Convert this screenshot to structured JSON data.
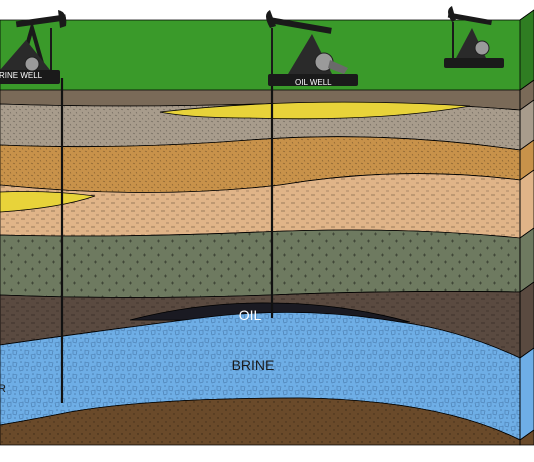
{
  "labels": {
    "brine_well": "RINE WELL",
    "oil_well": "OIL WELL",
    "oil": "OIL",
    "brine": "BRINE",
    "cut_left": "R"
  },
  "colors": {
    "grass": "#3a9a2a",
    "grass_side": "#2f7d22",
    "top_soil": "#7a6a58",
    "gray_layer": "#a89c8c",
    "yellow_sand": "#e8d33a",
    "orange_layer": "#c8924a",
    "tan_layer": "#e0b488",
    "green_gray": "#6e7a60",
    "dark_brown": "#5a4a40",
    "oil_black": "#1a1a22",
    "brine_blue": "#6eaee6",
    "bottom_brown": "#6a4a2a",
    "well_pipe": "#111111",
    "pump_black": "#1a1a1a",
    "pump_gray": "#9a9a9a"
  },
  "icons": [
    "pumpjack-icon",
    "pumpjack-icon",
    "pumpjack-icon"
  ]
}
